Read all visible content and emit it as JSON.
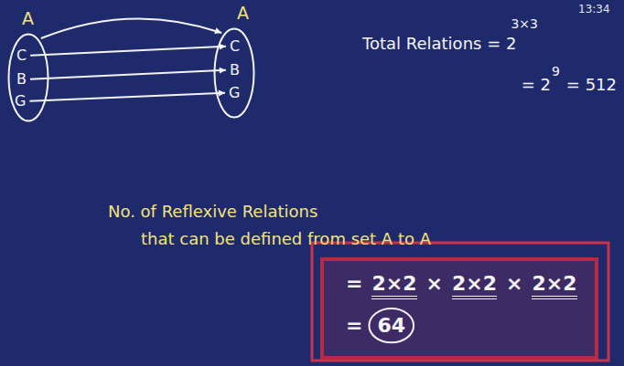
{
  "diagram": {
    "nodes": [
      {
        "text": [
          "A"
        ]
      },
      {
        "text": [
          "C"
        ],
        "in": 0
      },
      {
        "text": [
          "B"
        ],
        "in": 0
      },
      {
        "text": [
          "G"
        ],
        "in": 0
      },
      {
        "text": [
          "A"
        ]
      },
      {
        "text": [
          "C"
        ],
        "in": 4
      },
      {
        "text": [
          "B"
        ],
        "in": 4
      },
      {
        "text": [
          "G"
        ],
        "in": 4
      }
    ],
    "edges": [
      {
        "from": 0,
        "to": 4,
        "arrow": "to"
      },
      {
        "from": 1,
        "to": 5,
        "arrow": "to"
      },
      {
        "from": 2,
        "to": 6,
        "arrow": "to"
      },
      {
        "from": 3,
        "to": 7,
        "arrow": "to"
      }
    ],
    "labels": [
      "13:34",
      "Total Relations = 2",
      "3×3",
      "= 2",
      "9",
      "= 512",
      "No. of Reflexive Relations",
      "that can be defined from set A to A",
      "=",
      "2×2",
      "×",
      "2×2",
      "×",
      "2×2",
      "=",
      "64"
    ]
  }
}
